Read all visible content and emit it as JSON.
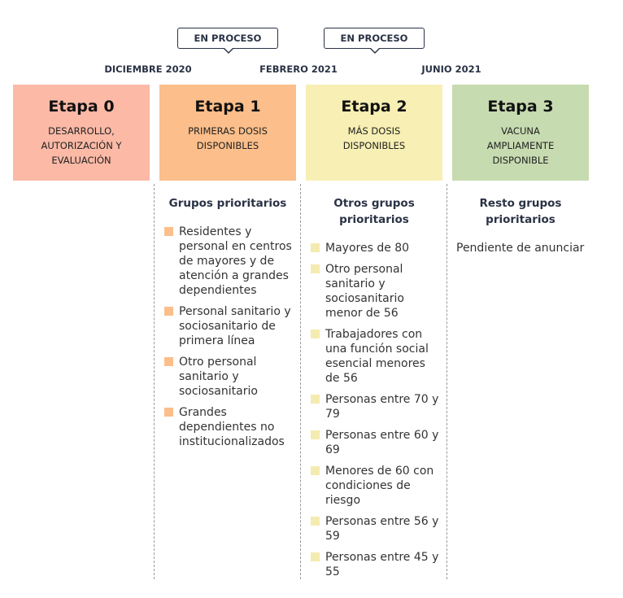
{
  "badges": [
    "EN PROCESO",
    "EN PROCESO"
  ],
  "dates": [
    "DICIEMBRE 2020",
    "FEBRERO 2021",
    "JUNIO 2021"
  ],
  "stages": [
    {
      "title": "Etapa 0",
      "desc_lines": [
        "DESARROLLO,",
        "AUTORIZACIÓN Y",
        "EVALUACIÓN"
      ],
      "color": "#fbb9a6"
    },
    {
      "title": "Etapa 1",
      "desc_lines": [
        "PRIMERAS DOSIS",
        "DISPONIBLES"
      ],
      "color": "#fcbe8a"
    },
    {
      "title": "Etapa 2",
      "desc_lines": [
        "MÁS DOSIS",
        "DISPONIBLES"
      ],
      "color": "#f7efb3"
    },
    {
      "title": "Etapa 3",
      "desc_lines": [
        "VACUNA",
        "AMPLIAMENTE",
        "DISPONIBLE"
      ],
      "color": "#c7dbb0"
    }
  ],
  "groups": {
    "etapa1": {
      "title_lines": [
        "Grupos prioritarios"
      ],
      "bullet_color": "#fcbe8a",
      "items": [
        [
          "Residentes y",
          "personal en centros",
          "de mayores y de",
          "atención a grandes",
          "dependientes"
        ],
        [
          "Personal sanitario y",
          "sociosanitario de",
          "primera línea"
        ],
        [
          "Otro personal",
          "sanitario y",
          "sociosanitario"
        ],
        [
          "Grandes",
          "dependientes no",
          "institucionalizados"
        ]
      ]
    },
    "etapa2": {
      "title_lines": [
        "Otros grupos",
        "prioritarios"
      ],
      "bullet_color": "#f4ebb0",
      "items": [
        [
          "Mayores de 80"
        ],
        [
          "Otro personal",
          "sanitario y",
          "sociosanitario",
          "menor de 56"
        ],
        [
          "Trabajadores con",
          "una función social",
          "esencial menores",
          "de 56"
        ],
        [
          "Personas entre 70 y",
          "79"
        ],
        [
          "Personas entre 60 y",
          "69"
        ],
        [
          "Menores de 60 con",
          "condiciones de",
          "riesgo"
        ],
        [
          "Personas entre 56 y",
          "59"
        ],
        [
          "Personas entre 45 y",
          "55"
        ]
      ]
    },
    "etapa3": {
      "title_lines": [
        "Resto grupos",
        "prioritarios"
      ],
      "pending": "Pendiente de anunciar"
    }
  }
}
